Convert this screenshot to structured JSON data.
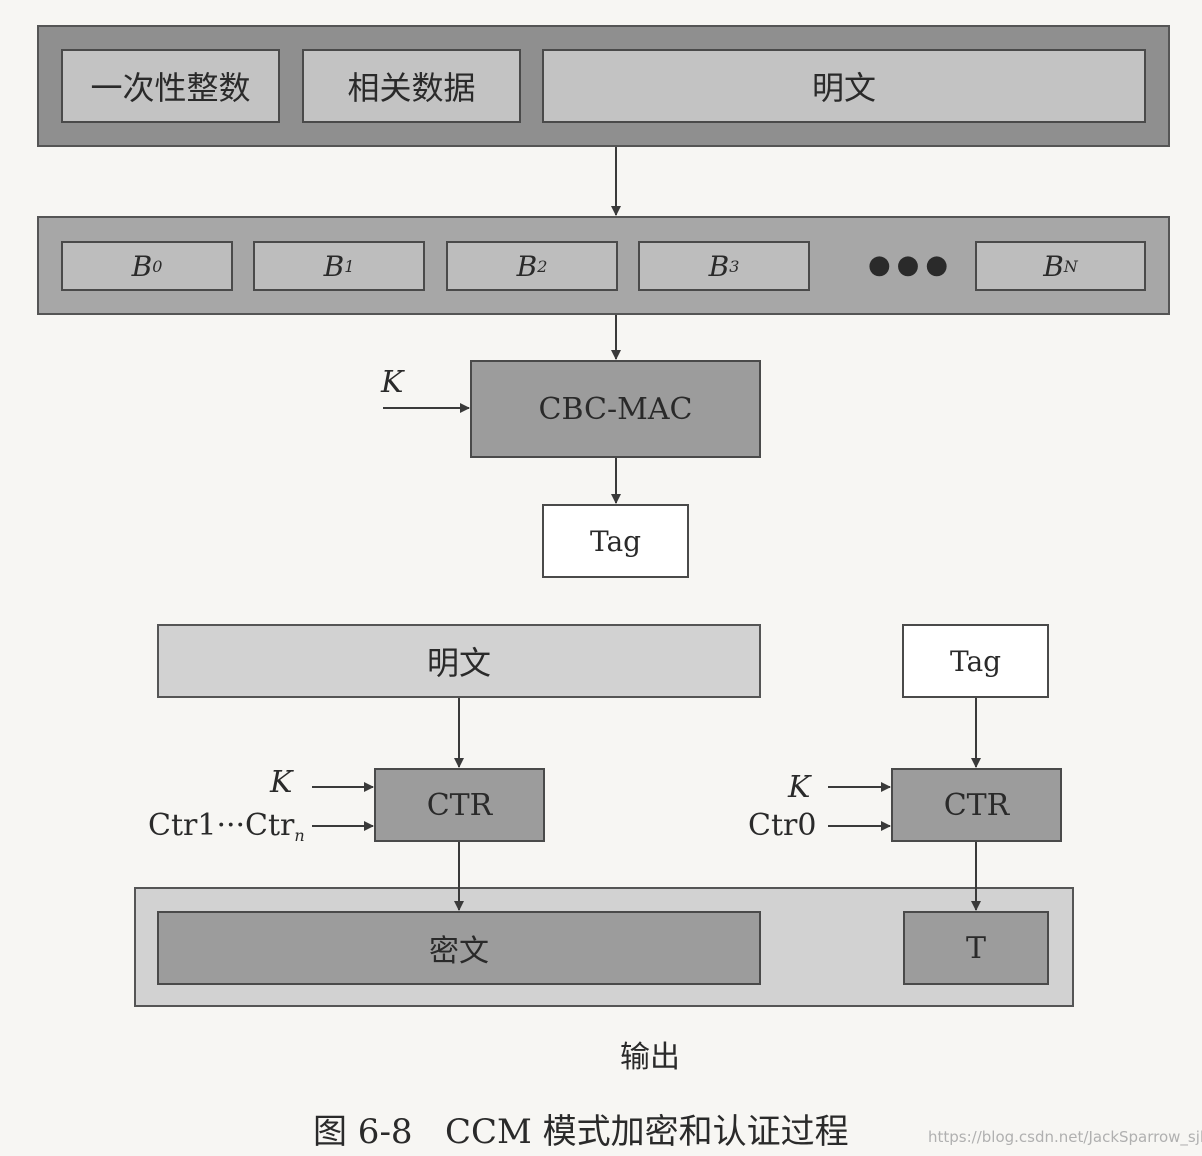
{
  "input_row": {
    "nonce": "一次性整数",
    "assoc_data": "相关数据",
    "plaintext": "明文"
  },
  "blocks": {
    "b0": {
      "letter": "B",
      "sub": "0"
    },
    "b1": {
      "letter": "B",
      "sub": "1"
    },
    "b2": {
      "letter": "B",
      "sub": "2"
    },
    "b3": {
      "letter": "B",
      "sub": "3"
    },
    "ellipsis": "●●●",
    "bn": {
      "letter": "B",
      "sub": "N"
    }
  },
  "mac": {
    "key_label": "K",
    "box_label": "CBC-MAC",
    "tag_label": "Tag"
  },
  "encrypt": {
    "plaintext_label": "明文",
    "left_ctr_label": "CTR",
    "left_key_label": "K",
    "counter_prefix": "Ctr1···Ctr",
    "counter_sub": "n",
    "tag_input_label": "Tag",
    "right_ctr_label": "CTR",
    "right_key_label": "K",
    "ctr0_label": "Ctr0"
  },
  "output": {
    "ciphertext_label": "密文",
    "t_label": "T",
    "output_label": "输出"
  },
  "caption": "图 6-8   CCM 模式加密和认证过程",
  "watermark": "https://blog.csdn.net/JackSparrow_sjl"
}
